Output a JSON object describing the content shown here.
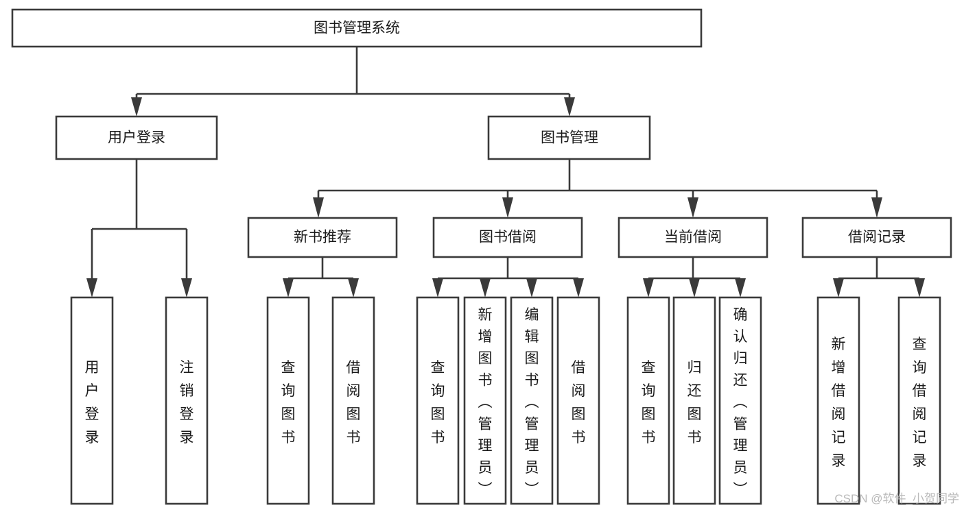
{
  "diagram": {
    "title": "图书管理系统",
    "type": "tree-hierarchy",
    "root": {
      "id": "root",
      "label": "图书管理系统",
      "orientation": "horizontal"
    },
    "level2": [
      {
        "id": "user-login",
        "label": "用户登录",
        "orientation": "horizontal"
      },
      {
        "id": "book-manage",
        "label": "图书管理",
        "orientation": "horizontal"
      }
    ],
    "level3": [
      {
        "id": "new-book-rec",
        "label": "新书推荐",
        "orientation": "horizontal",
        "parent": "book-manage"
      },
      {
        "id": "book-borrow",
        "label": "图书借阅",
        "orientation": "horizontal",
        "parent": "book-manage"
      },
      {
        "id": "current-borrow",
        "label": "当前借阅",
        "orientation": "horizontal",
        "parent": "book-manage"
      },
      {
        "id": "borrow-record",
        "label": "借阅记录",
        "orientation": "horizontal",
        "parent": "book-manage"
      }
    ],
    "leaves": [
      {
        "id": "leaf-user-login",
        "label": "用户登录",
        "parent": "user-login",
        "orientation": "vertical"
      },
      {
        "id": "leaf-logout",
        "label": "注销登录",
        "parent": "user-login",
        "orientation": "vertical"
      },
      {
        "id": "leaf-query-book-1",
        "label": "查询图书",
        "parent": "new-book-rec",
        "orientation": "vertical"
      },
      {
        "id": "leaf-borrow-book-1",
        "label": "借阅图书",
        "parent": "new-book-rec",
        "orientation": "vertical"
      },
      {
        "id": "leaf-query-book-2",
        "label": "查询图书",
        "parent": "book-borrow",
        "orientation": "vertical"
      },
      {
        "id": "leaf-add-book",
        "label": "新增图书（管理员）",
        "parent": "book-borrow",
        "orientation": "vertical"
      },
      {
        "id": "leaf-edit-book",
        "label": "编辑图书（管理员）",
        "parent": "book-borrow",
        "orientation": "vertical"
      },
      {
        "id": "leaf-borrow-book-2",
        "label": "借阅图书",
        "parent": "book-borrow",
        "orientation": "vertical"
      },
      {
        "id": "leaf-query-book-3",
        "label": "查询图书",
        "parent": "current-borrow",
        "orientation": "vertical"
      },
      {
        "id": "leaf-return-book",
        "label": "归还图书",
        "parent": "current-borrow",
        "orientation": "vertical"
      },
      {
        "id": "leaf-confirm-return",
        "label": "确认归还（管理员）",
        "parent": "current-borrow",
        "orientation": "vertical"
      },
      {
        "id": "leaf-add-record",
        "label": "新增借阅记录",
        "parent": "borrow-record",
        "orientation": "vertical"
      },
      {
        "id": "leaf-query-record",
        "label": "查询借阅记录",
        "parent": "borrow-record",
        "orientation": "vertical"
      }
    ]
  },
  "watermark": {
    "text": "CSDN @软件_小贺同学"
  },
  "colors": {
    "stroke": "#3a3a3a",
    "fill": "#ffffff",
    "text": "#1a1a1a",
    "watermark": "#b9b9b9",
    "background": "#ffffff"
  }
}
